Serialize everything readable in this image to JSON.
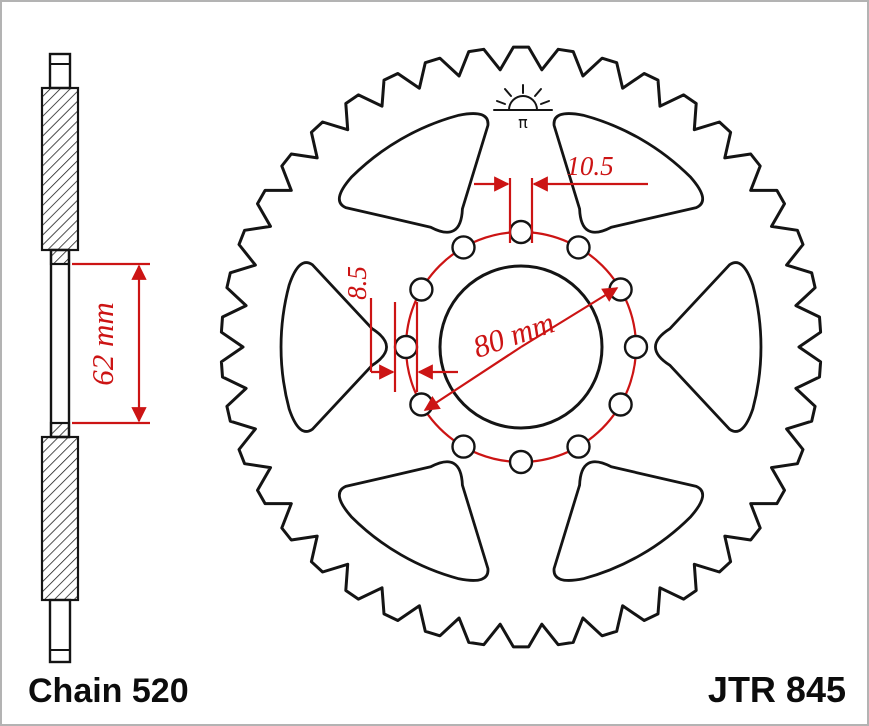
{
  "page": {
    "background": "#ffffff"
  },
  "colors": {
    "dimension": "#cc1414",
    "ink": "#141414",
    "frame": "#b3b3b3"
  },
  "dimensions": {
    "hub_height": "62 mm",
    "top_hole": "10.5",
    "side_hole": "8.5",
    "bolt_circle": "80 mm"
  },
  "footer": {
    "chain_label": "Chain 520",
    "model_label": "JTR 845"
  },
  "logo": {
    "glyph": "π",
    "name": "jt-sun-logo"
  },
  "sprocket": {
    "teeth_drawn": 42,
    "bolt_holes": 12,
    "lightening_cutouts": 6,
    "tip_radius": 300,
    "root_radius": 278,
    "bolt_circle_radius": 115,
    "bolt_hole_radius": 11,
    "bore_radius": 81,
    "cutout_outer_radius": 240,
    "cutout_tip_radius": 130
  }
}
